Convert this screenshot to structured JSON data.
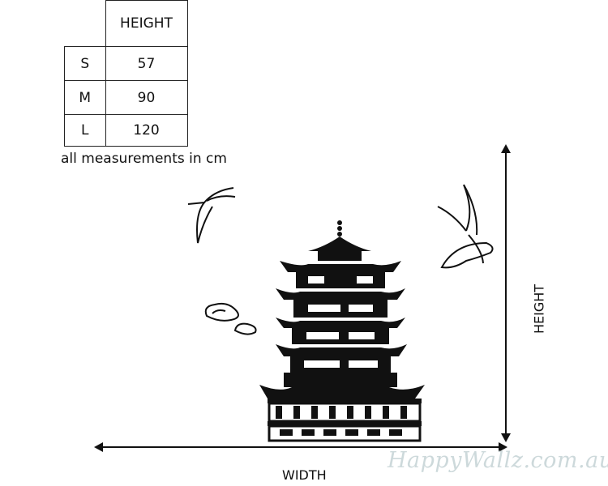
{
  "size_table": {
    "header": "HEIGHT",
    "rows": [
      {
        "size": "S",
        "height": "57"
      },
      {
        "size": "M",
        "height": "90"
      },
      {
        "size": "L",
        "height": "120"
      }
    ]
  },
  "note": "all measurements in cm",
  "dimension_labels": {
    "width": "WIDTH",
    "height": "HEIGHT"
  },
  "watermark": "HappyWallz.com.au"
}
